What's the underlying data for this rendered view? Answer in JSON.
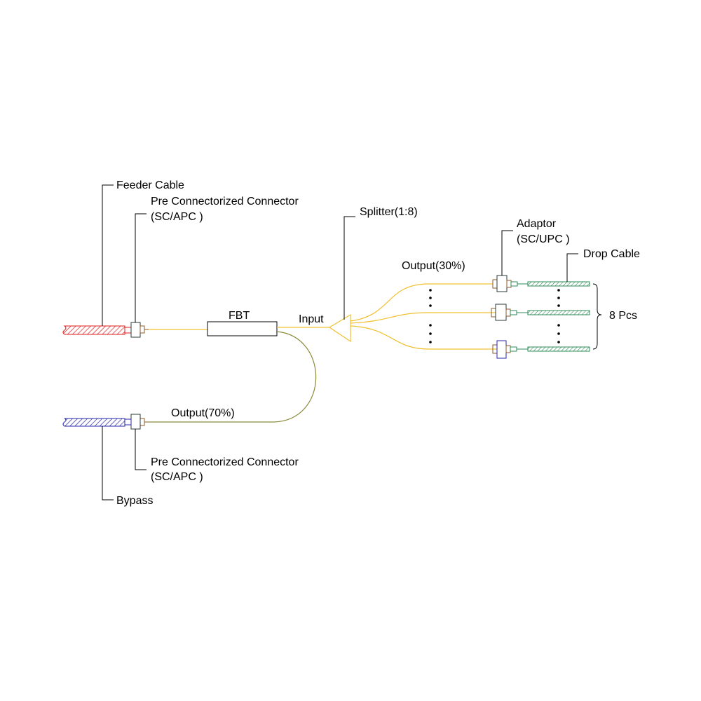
{
  "labels": {
    "feeder_cable": "Feeder Cable",
    "pre_conn_top_line1": "Pre Connectorized Connector",
    "pre_conn_top_line2": "(SC/APC )",
    "fbt": "FBT",
    "input": "Input",
    "splitter": "Splitter(1:8)",
    "adaptor_line1": "Adaptor",
    "adaptor_line2": "(SC/UPC )",
    "drop_cable": "Drop Cable",
    "output_30": "Output(30%)",
    "pcs": "8 Pcs",
    "output_70": "Output(70%)",
    "pre_conn_bottom_line1": "Pre Connectorized Connector",
    "pre_conn_bottom_line2": "(SC/APC )",
    "bypass": "Bypass"
  },
  "colors": {
    "feeder": "#e01b1b",
    "bypass": "#2424a8",
    "fiber_yellow": "#f0c030",
    "fiber_olive": "#8a8a3a",
    "drop_green": "#2e8b57",
    "connector_dark": "#2b3a3a",
    "connector_brown": "#8b5a2b"
  }
}
